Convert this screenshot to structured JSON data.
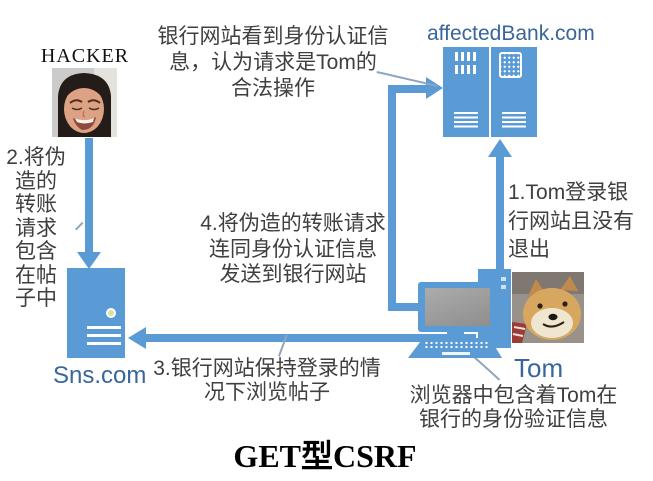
{
  "title": "GET型CSRF",
  "colors": {
    "accent_blue": "#5B9BD5",
    "label_blue": "#38669B",
    "text_dark": "#3F3F3F",
    "screen_gray": "#9A9A9A",
    "leader_gray": "#8FA6BC",
    "title_black": "#000000"
  },
  "nodes": {
    "hacker": {
      "label": "HACKER"
    },
    "bank": {
      "label": "affectedBank.com",
      "note": "银行网站看到身份认证信\n息，认为请求是Tom的\n合法操作"
    },
    "sns": {
      "label": "Sns.com"
    },
    "tom": {
      "label": "Tom",
      "caption": "浏览器中包含着Tom在\n银行的身份验证信息"
    }
  },
  "steps": {
    "step1": "1.Tom登录银\n行网站且没有\n退出",
    "step2": "2.将伪\n造的\n转账\n请求\n包含\n在帖\n子中",
    "step3": "3.银行网站保持登录的情\n况下浏览帖子",
    "step4": "4.将伪造的转账请求\n连同身份认证信息\n发送到银行网站"
  },
  "icons": {
    "bank_server": "dual-server-rack-icon",
    "sns_server": "server-tower-icon",
    "tom_computer": "desktop-computer-icon",
    "hacker_photo": "hacker-portrait-photo",
    "doge_photo": "doge-photo"
  }
}
